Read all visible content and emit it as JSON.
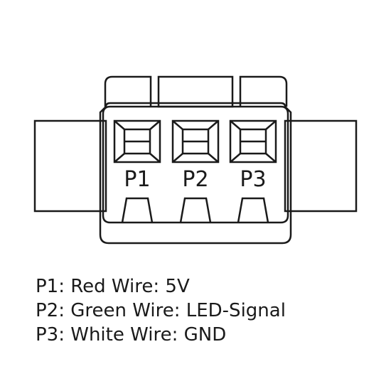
{
  "colors": {
    "stroke": "#1a1a1a",
    "background": "#ffffff"
  },
  "pins": [
    {
      "label": "P1"
    },
    {
      "label": "P2"
    },
    {
      "label": "P3"
    }
  ],
  "legend": [
    {
      "text": "P1: Red Wire: 5V"
    },
    {
      "text": "P2: Green Wire: LED-Signal"
    },
    {
      "text": "P3: White Wire: GND"
    }
  ]
}
